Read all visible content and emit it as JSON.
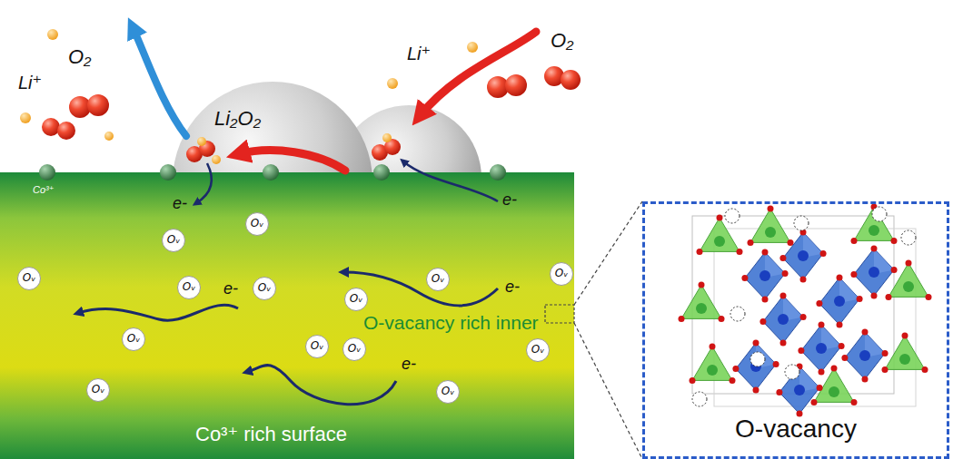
{
  "diagram": {
    "nodes": [
      {
        "text": [
          "O-vacancy rich inner",
          "Co³⁺ rich surface"
        ]
      },
      {
        "text": [
          "Oᵥ"
        ],
        "in": 0
      },
      {
        "text": [
          "Oᵥ"
        ],
        "in": 0
      },
      {
        "text": [
          "Oᵥ"
        ],
        "in": 0
      },
      {
        "text": [
          "Oᵥ"
        ],
        "in": 0
      },
      {
        "text": [
          "Oᵥ"
        ],
        "in": 0
      },
      {
        "text": [
          "Oᵥ"
        ],
        "in": 0
      },
      {
        "text": [
          "Oᵥ"
        ],
        "in": 0
      },
      {
        "text": [
          "Oᵥ"
        ],
        "in": 0
      },
      {
        "text": [
          "Oᵥ"
        ],
        "in": 0
      },
      {
        "text": [
          "Oᵥ"
        ],
        "in": 0
      },
      {
        "text": [
          "Oᵥ"
        ],
        "in": 0
      },
      {
        "text": [
          "Oᵥ"
        ],
        "in": 0
      },
      {
        "text": [
          "Oᵥ"
        ],
        "in": 0
      },
      {
        "text": [
          "Oᵥ"
        ],
        "in": 0
      },
      {
        "text": [
          "O-vacancy"
        ]
      }
    ],
    "labels": [
      "O₂",
      "Li⁺",
      "Li₂O₂",
      "Li⁺",
      "O₂",
      "Co³⁺",
      "e-",
      "e-",
      "e-",
      "e-",
      "e-"
    ]
  }
}
